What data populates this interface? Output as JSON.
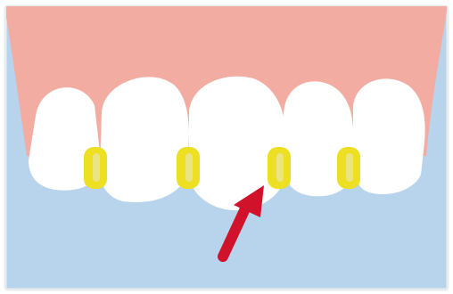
{
  "illustration": {
    "colors": {
      "background": "#b8d4ec",
      "gums": "#f2aca2",
      "teeth": "#ffffff",
      "contact_points": "#eddf22",
      "arrow": "#d0122a",
      "border": "#e8ebee"
    },
    "teeth": [
      "tooth-1",
      "tooth-2",
      "tooth-3",
      "tooth-4",
      "tooth-5"
    ],
    "contact_points": [
      "contact-point-1",
      "contact-point-2",
      "contact-point-3",
      "contact-point-4"
    ],
    "arrow": {
      "icon": "arrow-icon",
      "points_to": "contact-point-3"
    }
  }
}
